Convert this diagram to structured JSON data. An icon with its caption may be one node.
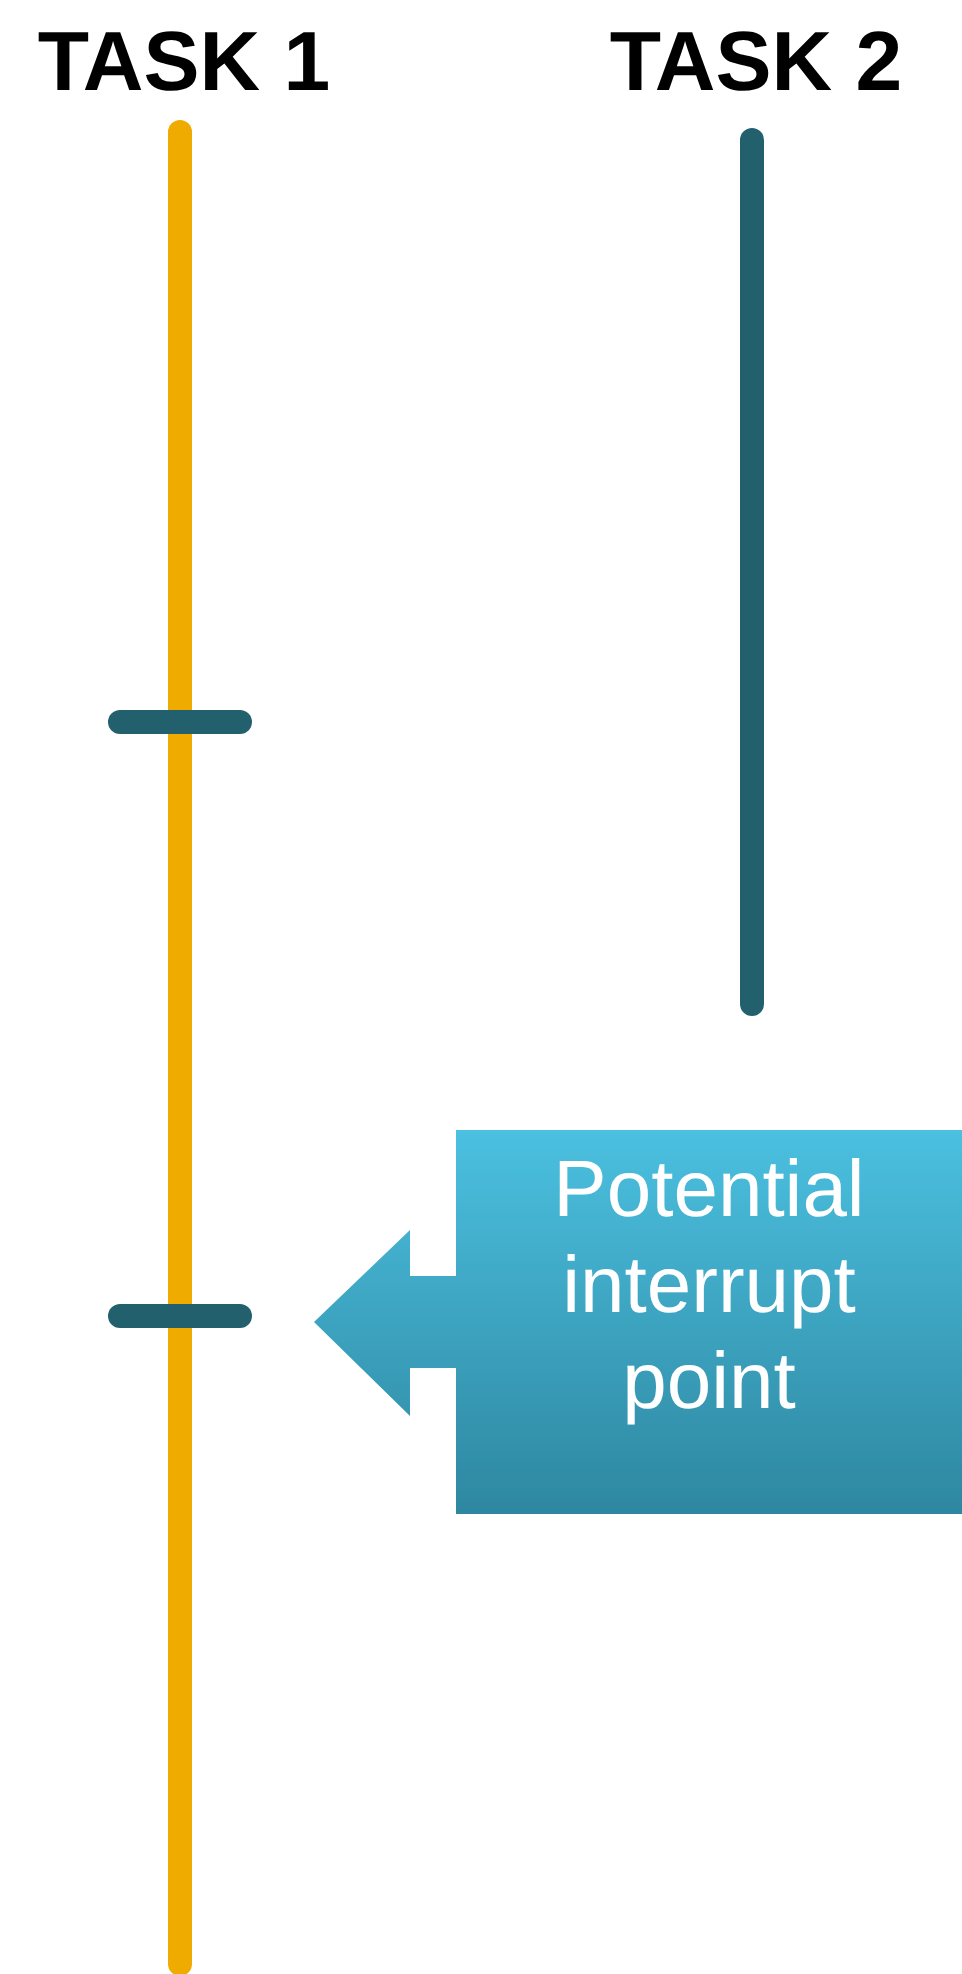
{
  "diagram": {
    "nodes": [
      {
        "text": [
          "Potential interrupt point"
        ]
      }
    ],
    "labels": [
      "TASK 1",
      "TASK 2"
    ]
  }
}
